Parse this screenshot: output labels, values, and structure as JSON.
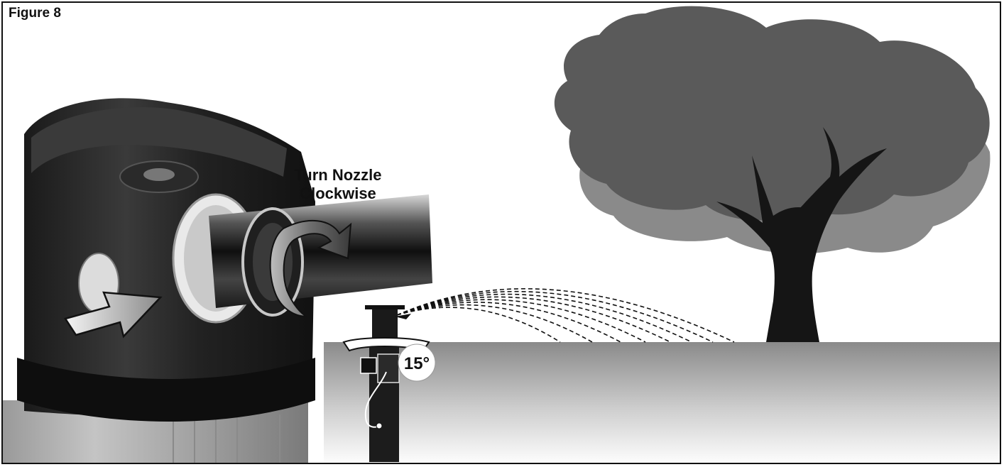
{
  "figure": {
    "label": "Figure 8"
  },
  "callout": {
    "line1": "Turn Nozzle",
    "line2": "Clockwise"
  },
  "angle": {
    "label": "15°"
  },
  "icons": [
    "clockwise-arrow-icon",
    "pointer-arrow-icon"
  ],
  "colors": {
    "tree_canopy": "#5a5a5a",
    "tree_canopy_back": "#8a8a8a",
    "trunk": "#151515",
    "ground_top": "#8c8c8c",
    "ground_bottom": "#ffffff"
  }
}
